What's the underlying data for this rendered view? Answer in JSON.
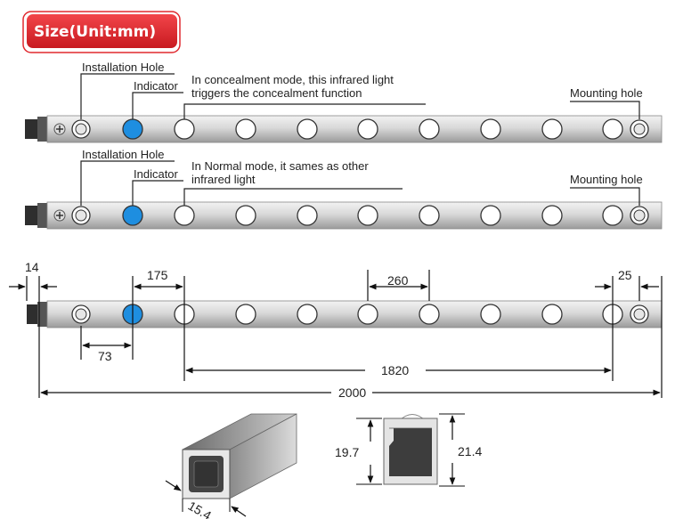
{
  "header": {
    "badge": "Size(Unit:mm)"
  },
  "labels": {
    "installation_hole": "Installation Hole",
    "indicator": "Indicator",
    "mounting_hole": "Mounting hole",
    "concealment_note_line1": "In concealment mode, this infrared light",
    "concealment_note_line2": "triggers the concealment function",
    "normal_note_line1": "In Normal mode, it sames as other",
    "normal_note_line2": "infrared light"
  },
  "dimensions": {
    "end_cap": "14",
    "first_spacing": "175",
    "led_spacing": "260",
    "end_spacing": "25",
    "hole_to_indicator": "73",
    "led_span": "1820",
    "total_length": "2000",
    "profile_width": "15.4",
    "inner_height": "19.7",
    "outer_height": "21.4"
  },
  "colors": {
    "badge": "#e0282e",
    "indicator": "#1e8ee0",
    "bar_light": "#e4e4e4",
    "bar_mid": "#c2c2c2",
    "bar_dark": "#8e8e8e",
    "end_cap": "#3a3a3a"
  }
}
